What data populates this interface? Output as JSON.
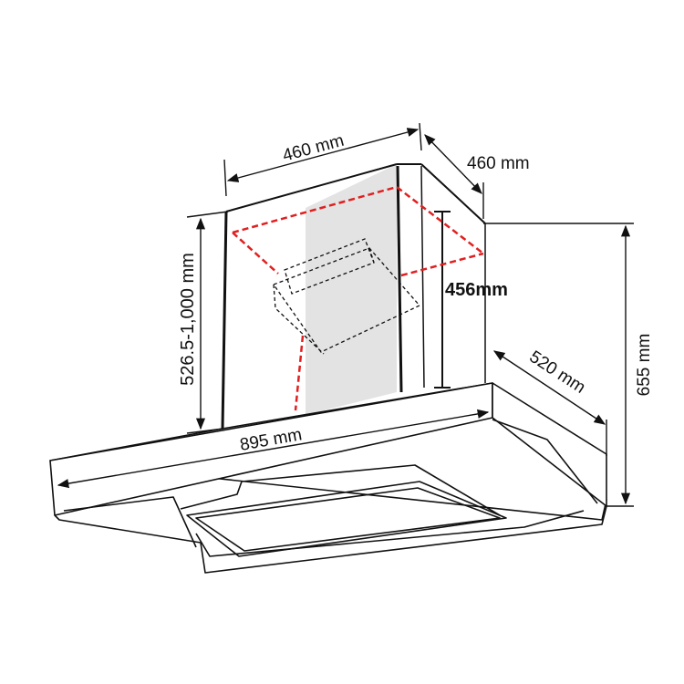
{
  "dimensions": {
    "chimney_width": "460 mm",
    "chimney_depth": "460 mm",
    "chimney_height_range": "526.5-1,000 mm",
    "inner_bracket_height": "456mm",
    "hood_width": "895 mm",
    "hood_depth": "520 mm",
    "total_height": "655 mm"
  },
  "colors": {
    "line": "#111111",
    "chimney_shade": "#e3e3e3",
    "duct_outline": "#e02020",
    "background": "#ffffff"
  }
}
